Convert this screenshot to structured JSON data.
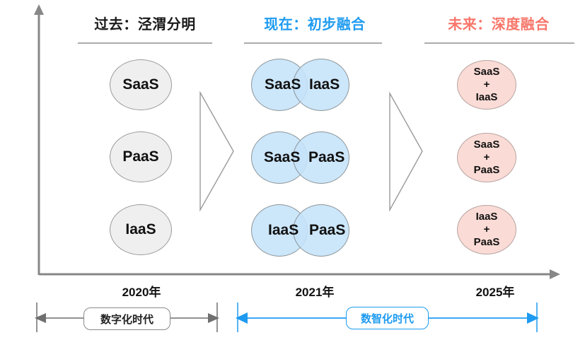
{
  "diagram": {
    "title_past": "过去：泾渭分明",
    "title_now": "现在：初步融合",
    "title_future": "未来：深度融合",
    "colors": {
      "past_accent": "#1a1a1a",
      "now_accent": "#1e9bf0",
      "future_accent": "#f8766a",
      "gray_circle_fill": "#efefef",
      "blue_circle_fill": "#c5e3f9",
      "pink_circle_fill": "#fadbd5",
      "axis": "#808080"
    },
    "columns": {
      "past": {
        "nodes": [
          {
            "label": "SaaS"
          },
          {
            "label": "PaaS"
          },
          {
            "label": "IaaS"
          }
        ]
      },
      "now": {
        "venn_rows": [
          {
            "left": "SaaS",
            "right": "IaaS"
          },
          {
            "left": "SaaS",
            "right": "PaaS"
          },
          {
            "left": "IaaS",
            "right": "PaaS"
          }
        ]
      },
      "future": {
        "nodes": [
          {
            "line1": "SaaS",
            "plus": "+",
            "line2": "IaaS"
          },
          {
            "line1": "SaaS",
            "plus": "+",
            "line2": "PaaS"
          },
          {
            "line1": "IaaS",
            "plus": "+",
            "line2": "PaaS"
          }
        ]
      }
    },
    "timeline": {
      "years": [
        {
          "label": "2020年"
        },
        {
          "label": "2021年"
        },
        {
          "label": "2025年"
        }
      ],
      "eras": [
        {
          "label": "数字化时代",
          "color": "#222222"
        },
        {
          "label": "数智化时代",
          "color": "#1e9bf0"
        }
      ]
    },
    "icons": {
      "y_axis": "axis-arrow-up-icon",
      "x_axis": "axis-arrow-right-icon",
      "stage_arrow": "chevron-arrow-right-icon",
      "range_arrow": "double-headed-arrow-icon"
    }
  }
}
